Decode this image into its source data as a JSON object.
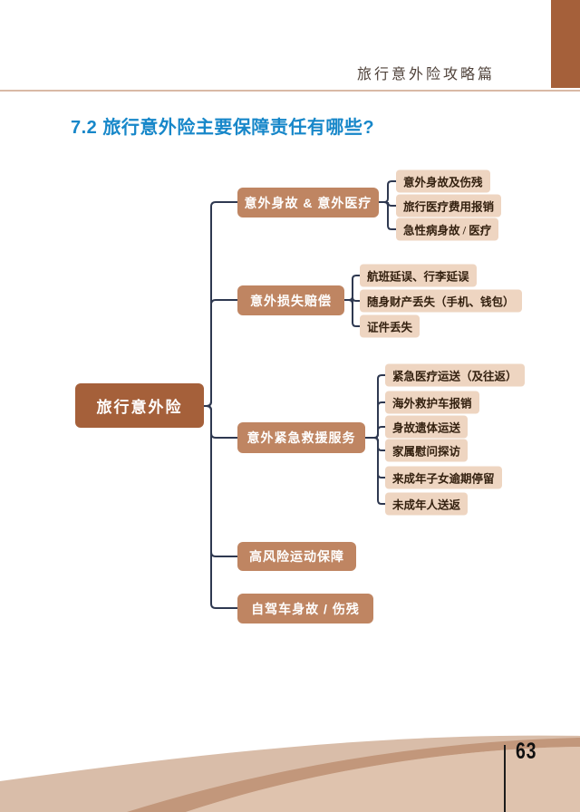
{
  "page": {
    "header_title": "旅行意外险攻略篇",
    "section_title": "7.2 旅行意外险主要保障责任有哪些?",
    "page_number": "63"
  },
  "colors": {
    "accent_rust": "#a5603a",
    "branch_tan": "#bf8562",
    "leaf_peach": "#eed5c1",
    "title_blue": "#1787c9",
    "connector": "#2e3850",
    "footer_light": "#d9bda9",
    "footer_mid": "#c2977b",
    "footer_front": "#dfc3ae"
  },
  "diagram": {
    "root": {
      "label": "旅行意外险"
    },
    "branches": [
      {
        "label": "意外身故 & 意外医疗",
        "children": [
          "意外身故及伤残",
          "旅行医疗费用报销",
          "急性病身故 / 医疗"
        ]
      },
      {
        "label": "意外损失赔偿",
        "children": [
          "航班延误、行李延误",
          "随身财产丢失（手机、钱包）",
          "证件丢失"
        ]
      },
      {
        "label": "意外紧急救援服务",
        "children": [
          "紧急医疗运送（及往返）",
          "海外救护车报销",
          "身故遗体运送",
          "家属慰问探访",
          "来成年子女逾期停留",
          "未成年人送返"
        ]
      },
      {
        "label": "高风险运动保障",
        "children": []
      },
      {
        "label": "自驾车身故 / 伤残",
        "children": []
      }
    ]
  }
}
